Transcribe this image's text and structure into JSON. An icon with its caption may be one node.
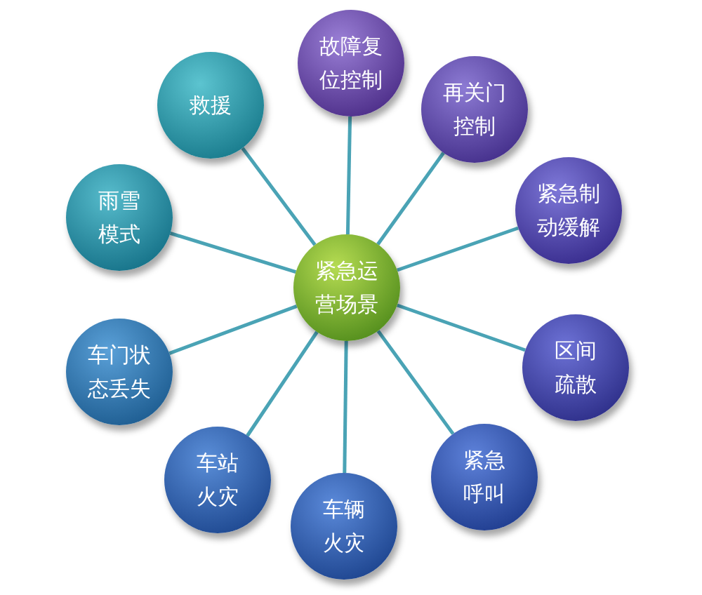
{
  "diagram": {
    "nodes": [
      {
        "text": [
          "紧急运营场景"
        ]
      },
      {
        "text": [
          "故障复位控制"
        ]
      },
      {
        "text": [
          "再关门控制"
        ]
      },
      {
        "text": [
          "紧急制动缓解"
        ]
      },
      {
        "text": [
          "区间疏散"
        ]
      },
      {
        "text": [
          "紧急呼叫"
        ]
      },
      {
        "text": [
          "车辆火灾"
        ]
      },
      {
        "text": [
          "车站火灾"
        ]
      },
      {
        "text": [
          "车门状态丢失"
        ]
      },
      {
        "text": [
          "雨雪模式"
        ]
      },
      {
        "text": [
          "救援"
        ]
      }
    ],
    "edges": [
      {
        "from": 0,
        "to": 1,
        "arrow": "none"
      },
      {
        "from": 0,
        "to": 2,
        "arrow": "none"
      },
      {
        "from": 0,
        "to": 3,
        "arrow": "none"
      },
      {
        "from": 0,
        "to": 4,
        "arrow": "none"
      },
      {
        "from": 0,
        "to": 5,
        "arrow": "none"
      },
      {
        "from": 0,
        "to": 6,
        "arrow": "none"
      },
      {
        "from": 0,
        "to": 7,
        "arrow": "none"
      },
      {
        "from": 0,
        "to": 8,
        "arrow": "none"
      },
      {
        "from": 0,
        "to": 9,
        "arrow": "none"
      },
      {
        "from": 0,
        "to": 10,
        "arrow": "none"
      }
    ]
  }
}
